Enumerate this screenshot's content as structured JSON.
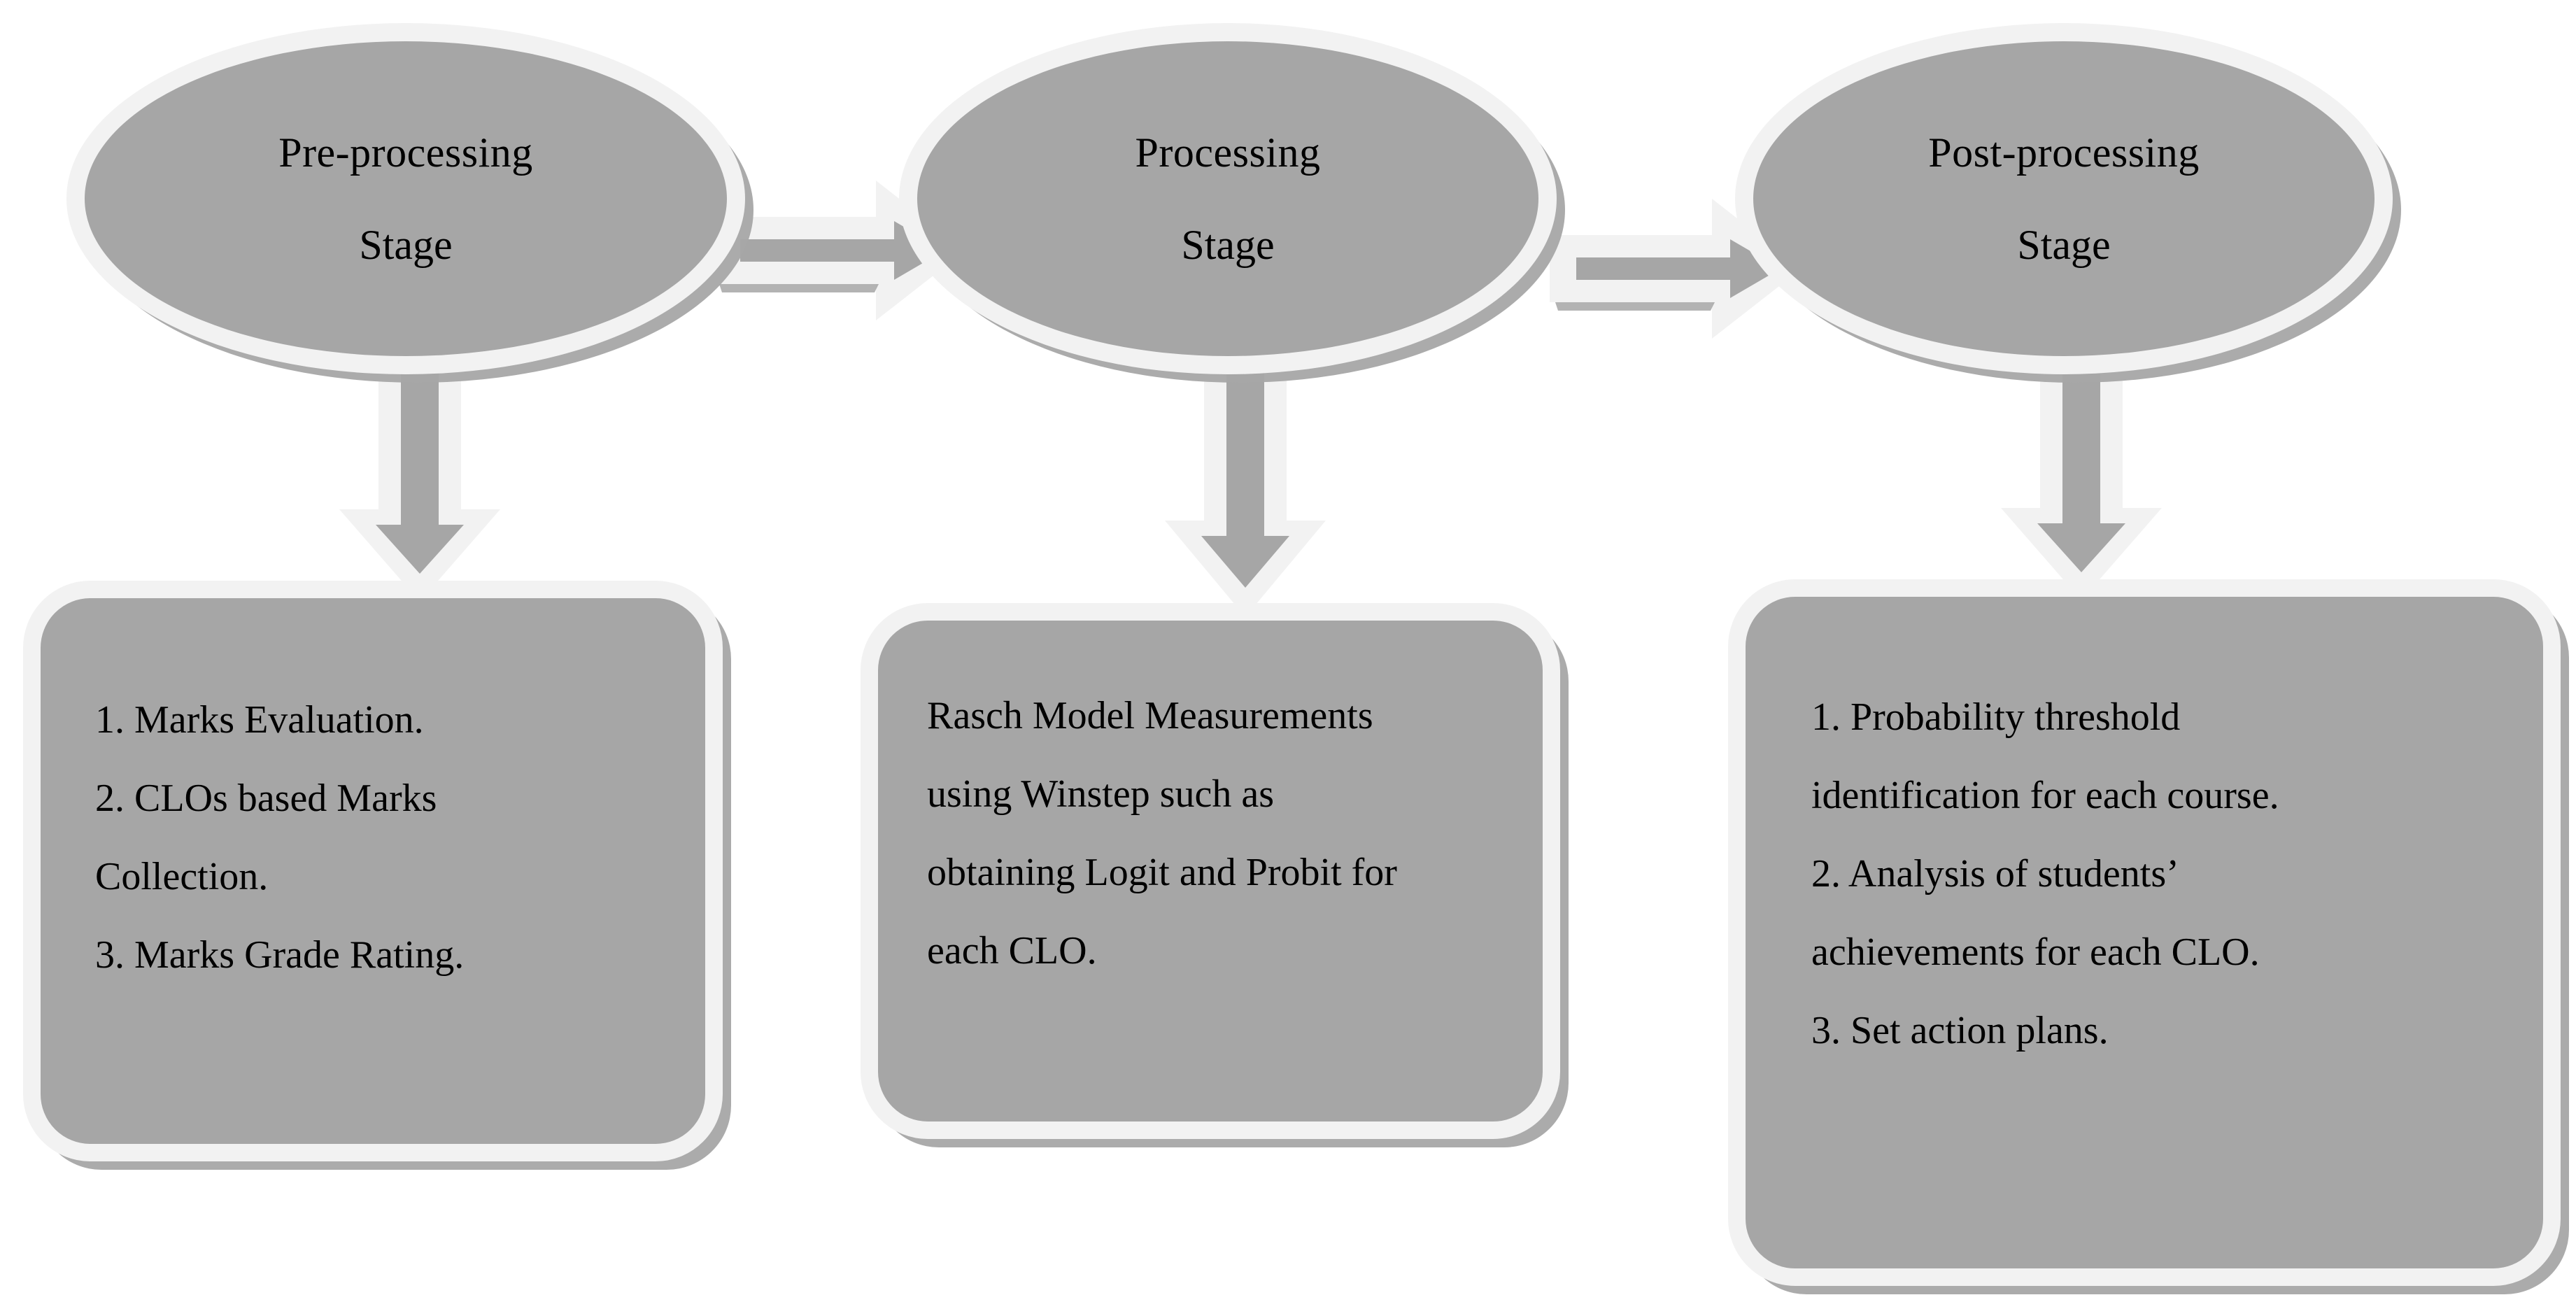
{
  "diagram": {
    "title": "Three-stage Rasch model analysis flow",
    "colors": {
      "fill": "#a6a6a6",
      "border": "#f2f2f2",
      "shadow": "#a6a6a6",
      "text": "#000000",
      "background": "#ffffff"
    }
  },
  "stages": [
    {
      "id": "pre-processing",
      "line1": "Pre-processing",
      "line2": "Stage"
    },
    {
      "id": "processing",
      "line1": "Processing",
      "line2": "Stage"
    },
    {
      "id": "post-processing",
      "line1": "Post-processing",
      "line2": "Stage"
    }
  ],
  "detail_boxes": [
    {
      "id": "pre-processing-details",
      "lines": [
        "1. Marks Evaluation.",
        "2.   CLOs   based   Marks",
        "Collection.",
        "3. Marks Grade Rating."
      ]
    },
    {
      "id": "processing-details",
      "lines": [
        "Rasch   Model   Measurements",
        "using    Winstep    such    as",
        "obtaining  Logit  and  Probit  for",
        "each CLO."
      ]
    },
    {
      "id": "post-processing-details",
      "lines": [
        "1.      Probability      threshold",
        "identification for each course.",
        "2.    Analysis    of    students’",
        "achievements for each CLO.",
        "3. Set action plans."
      ]
    }
  ],
  "connectors": {
    "horizontal": [
      {
        "id": "pre-to-processing",
        "from": "pre-processing",
        "to": "processing",
        "direction": "right"
      },
      {
        "id": "processing-to-post",
        "from": "processing",
        "to": "post-processing",
        "direction": "right"
      }
    ],
    "vertical": [
      {
        "id": "pre-to-pre-details",
        "from": "pre-processing",
        "to": "pre-processing-details",
        "direction": "down"
      },
      {
        "id": "processing-to-processing-details",
        "from": "processing",
        "to": "processing-details",
        "direction": "down"
      },
      {
        "id": "post-to-post-details",
        "from": "post-processing",
        "to": "post-processing-details",
        "direction": "down"
      }
    ]
  }
}
